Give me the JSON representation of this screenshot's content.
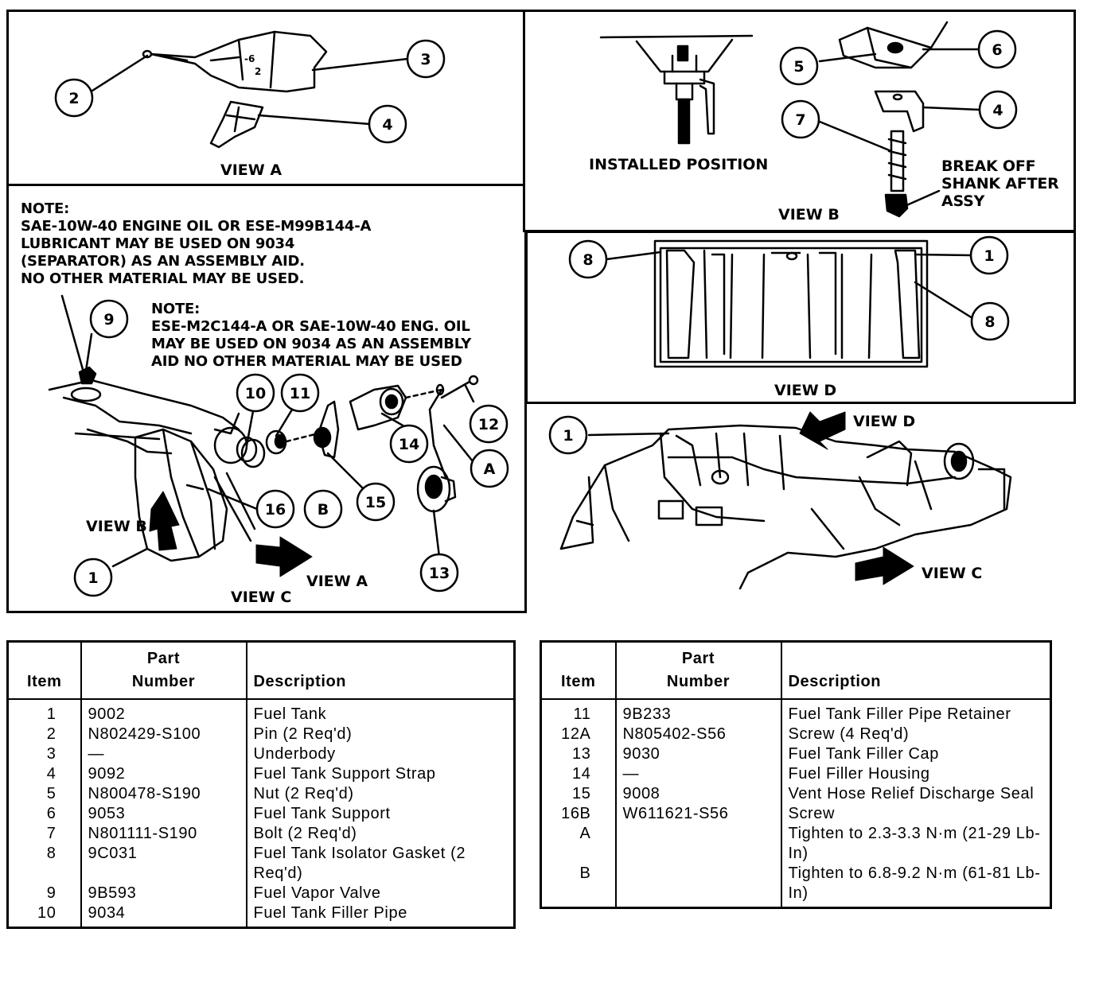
{
  "views": {
    "view_a": "VIEW A",
    "view_b": "VIEW B",
    "view_c": "VIEW C",
    "view_d": "VIEW D",
    "installed_position": "INSTALLED POSITION",
    "break_off": "BREAK OFF\nSHANK AFTER\nASSY"
  },
  "notes": {
    "note1": "NOTE:\nSAE-10W-40 ENGINE OIL OR ESE-M99B144-A\nLUBRICANT MAY BE USED ON 9034\n(SEPARATOR) AS AN ASSEMBLY AID.\nNO OTHER MATERIAL MAY BE USED.",
    "note2": "NOTE:\nESE-M2C144-A OR SAE-10W-40 ENG. OIL\nMAY BE USED ON 9034 AS AN ASSEMBLY\nAID NO OTHER MATERIAL MAY BE USED"
  },
  "callouts": {
    "view_a": [
      "2",
      "3",
      "4"
    ],
    "view_b": [
      "5",
      "6",
      "7",
      "4"
    ],
    "view_d": [
      "8",
      "1",
      "8"
    ],
    "main": [
      "9",
      "10",
      "11",
      "12",
      "A",
      "14",
      "15",
      "B",
      "16",
      "13",
      "1"
    ],
    "overview": [
      "1"
    ]
  },
  "table_headers": {
    "item": "Item",
    "part_number": "Part\nNumber",
    "description": "Description"
  },
  "table_left": [
    {
      "item": "1",
      "part": "9002",
      "desc": "Fuel Tank"
    },
    {
      "item": "2",
      "part": "N802429-S100",
      "desc": "Pin (2 Req'd)"
    },
    {
      "item": "3",
      "part": "—",
      "desc": "Underbody"
    },
    {
      "item": "4",
      "part": "9092",
      "desc": "Fuel Tank Support Strap"
    },
    {
      "item": "5",
      "part": "N800478-S190",
      "desc": "Nut (2 Req'd)"
    },
    {
      "item": "6",
      "part": "9053",
      "desc": "Fuel Tank Support"
    },
    {
      "item": "7",
      "part": "N801111-S190",
      "desc": "Bolt (2 Req'd)"
    },
    {
      "item": "8",
      "part": "9C031",
      "desc": "Fuel Tank Isolator Gasket (2 Req'd)"
    },
    {
      "item": "9",
      "part": "9B593",
      "desc": "Fuel Vapor Valve"
    },
    {
      "item": "10",
      "part": "9034",
      "desc": "Fuel Tank Filler Pipe"
    }
  ],
  "table_right": [
    {
      "item": "11",
      "part": "9B233",
      "desc": "Fuel Tank Filler Pipe Retainer"
    },
    {
      "item": "12A",
      "part": "N805402-S56",
      "desc": "Screw (4 Req'd)"
    },
    {
      "item": "13",
      "part": "9030",
      "desc": "Fuel Tank Filler Cap"
    },
    {
      "item": "14",
      "part": "—",
      "desc": "Fuel Filler Housing"
    },
    {
      "item": "15",
      "part": "9008",
      "desc": "Vent Hose Relief Discharge Seal"
    },
    {
      "item": "16B",
      "part": "W611621-S56",
      "desc": "Screw"
    },
    {
      "item": "A",
      "part": "",
      "desc": "Tighten to 2.3-3.3 N·m (21-29 Lb-In)"
    },
    {
      "item": "B",
      "part": "",
      "desc": "Tighten to 6.8-9.2 N·m (61-81 Lb-In)"
    }
  ]
}
